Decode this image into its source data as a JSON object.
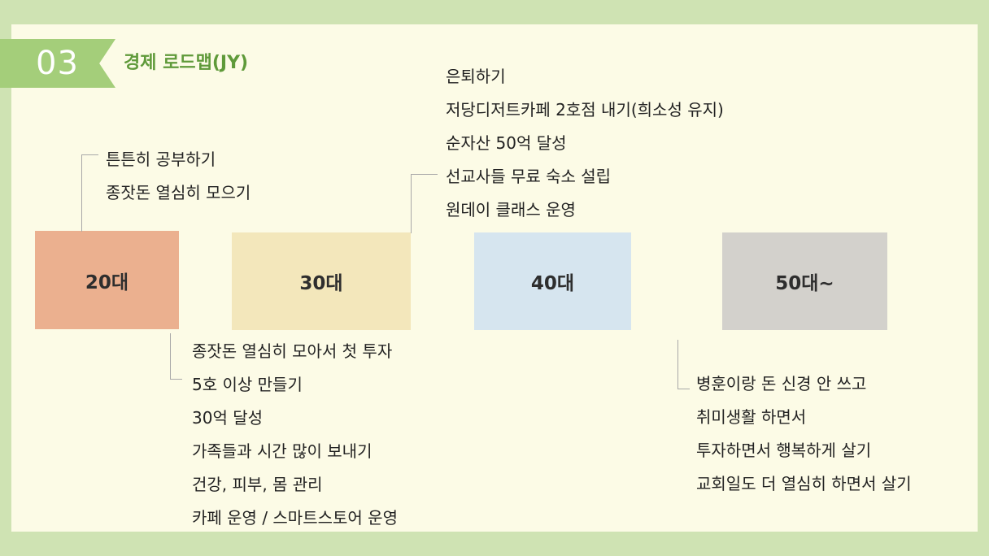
{
  "header": {
    "number": "03",
    "title": "경제 로드맵(JY)"
  },
  "colors": {
    "background": "#cfe3b3",
    "card": "#fcfbe6",
    "accent": "#a4ce7a",
    "title": "#5f9a3a"
  },
  "stages": [
    {
      "label": "20대",
      "color": "#ebb08f",
      "notes": [
        "튼튼히 공부하기",
        "종잣돈 열심히 모으기"
      ]
    },
    {
      "label": "30대",
      "color": "#f3e7bb",
      "notes": [
        "종잣돈 열심히 모아서 첫 투자",
        "5호 이상 만들기",
        "30억 달성",
        "가족들과 시간 많이 보내기",
        "건강, 피부, 몸 관리",
        "카페 운영 / 스마트스토어 운영"
      ]
    },
    {
      "label": "40대",
      "color": "#d6e5ef",
      "notes": [
        "은퇴하기",
        "저당디저트카페 2호점 내기(희소성 유지)",
        "순자산 50억 달성",
        "선교사들 무료 숙소 설립",
        "원데이 클래스 운영"
      ]
    },
    {
      "label": "50대~",
      "color": "#d3d1cc",
      "notes": [
        "병훈이랑 돈 신경 안 쓰고",
        "취미생활 하면서",
        "투자하면서 행복하게 살기",
        "교회일도 더 열심히 하면서 살기"
      ]
    }
  ]
}
